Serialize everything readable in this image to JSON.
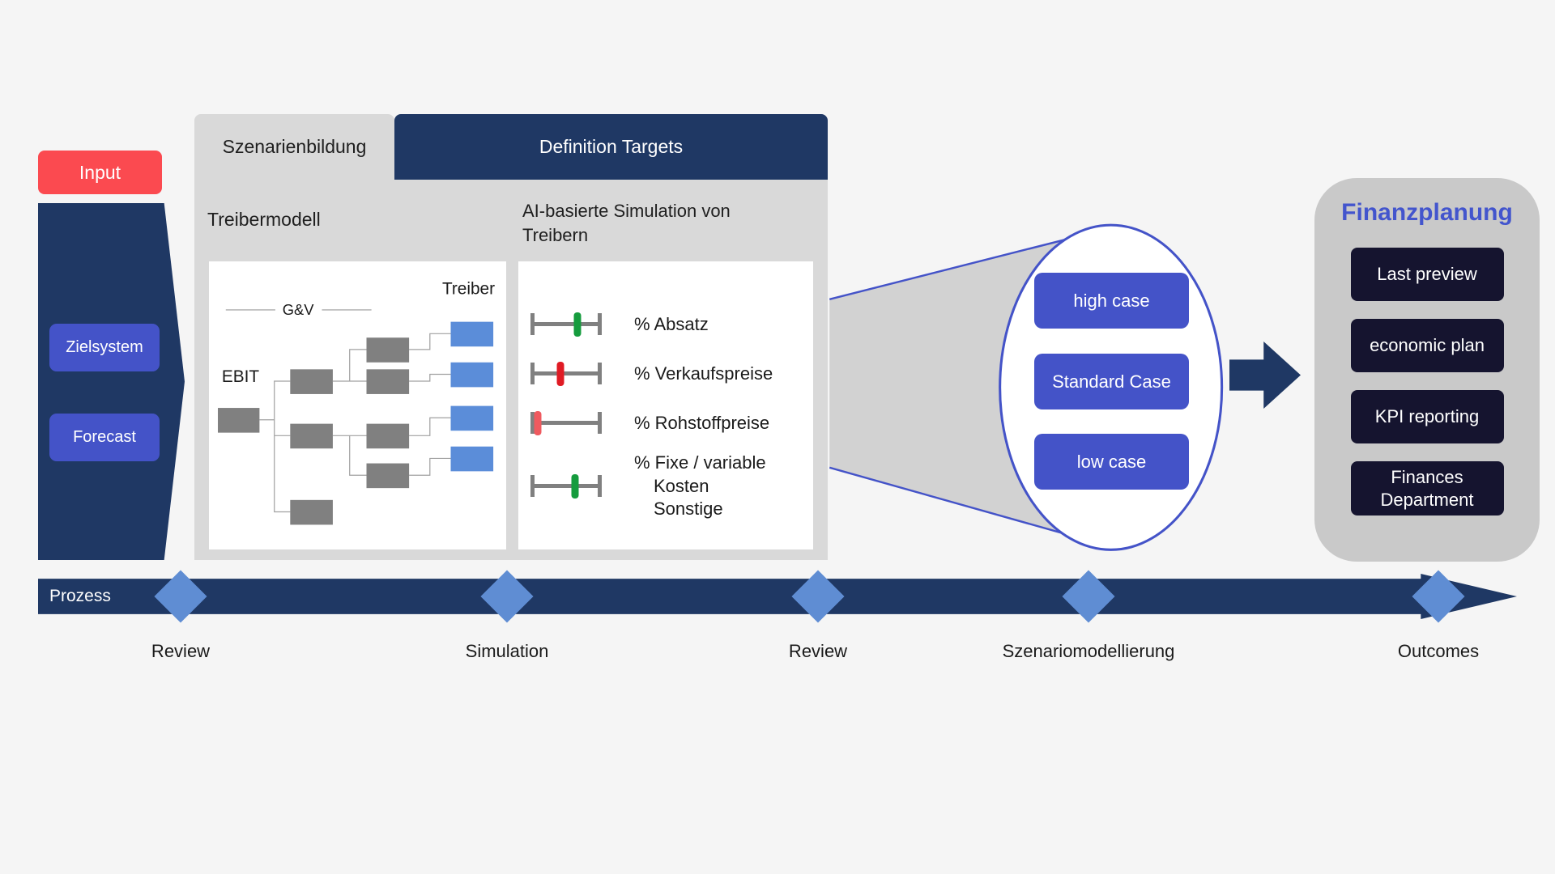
{
  "colors": {
    "background": "#f5f5f5",
    "input_red": "#fb4a50",
    "navy": "#1f3864",
    "blue_button": "#4453c8",
    "light_blue": "#5f8dd3",
    "tree_blue": "#5b8dd9",
    "tree_gray": "#808080",
    "panel_gray": "#d9d9d9",
    "card_gray": "#c9c9c9",
    "dark_button": "#15142f",
    "marker_green": "#169c3e",
    "marker_red": "#e01b24"
  },
  "input": {
    "label": "Input",
    "items": [
      {
        "label": "Zielsystem"
      },
      {
        "label": "Forecast"
      }
    ]
  },
  "tabs": [
    {
      "label": "Szenarienbildung",
      "active": true
    },
    {
      "label": "Definition Targets",
      "active": false
    }
  ],
  "treibermodell": {
    "title": "Treibermodell",
    "column_header": "Treiber",
    "group_label": "G&V",
    "root_label": "EBIT"
  },
  "simulation": {
    "title": "AI-basierte Simulation von Treibern",
    "rows": [
      {
        "label": "% Absatz",
        "marker_color": "#169c3e",
        "marker_pos": 0.66
      },
      {
        "label": "% Verkaufspreise",
        "marker_color": "#e01b24",
        "marker_pos": 0.42
      },
      {
        "label": "% Rohstoffpreise",
        "marker_color": "#ef5a5f",
        "marker_pos": 0.1
      },
      {
        "label": "% Fixe / variable Kosten",
        "sublabel": "Sonstige",
        "marker_color": "#169c3e",
        "marker_pos": 0.62
      }
    ]
  },
  "scenarios": {
    "items": [
      {
        "label": "high case"
      },
      {
        "label": "Standard Case"
      },
      {
        "label": "low case"
      }
    ]
  },
  "finanzplanung": {
    "title": "Finanzplanung",
    "items": [
      {
        "label": "Last preview"
      },
      {
        "label": "economic plan"
      },
      {
        "label": "KPI reporting"
      },
      {
        "label": "Finances Department"
      }
    ]
  },
  "process": {
    "label": "Prozess",
    "milestones": [
      {
        "label": "Review"
      },
      {
        "label": "Simulation"
      },
      {
        "label": "Review"
      },
      {
        "label": "Szenariomodellierung"
      },
      {
        "label": "Outcomes"
      }
    ]
  }
}
